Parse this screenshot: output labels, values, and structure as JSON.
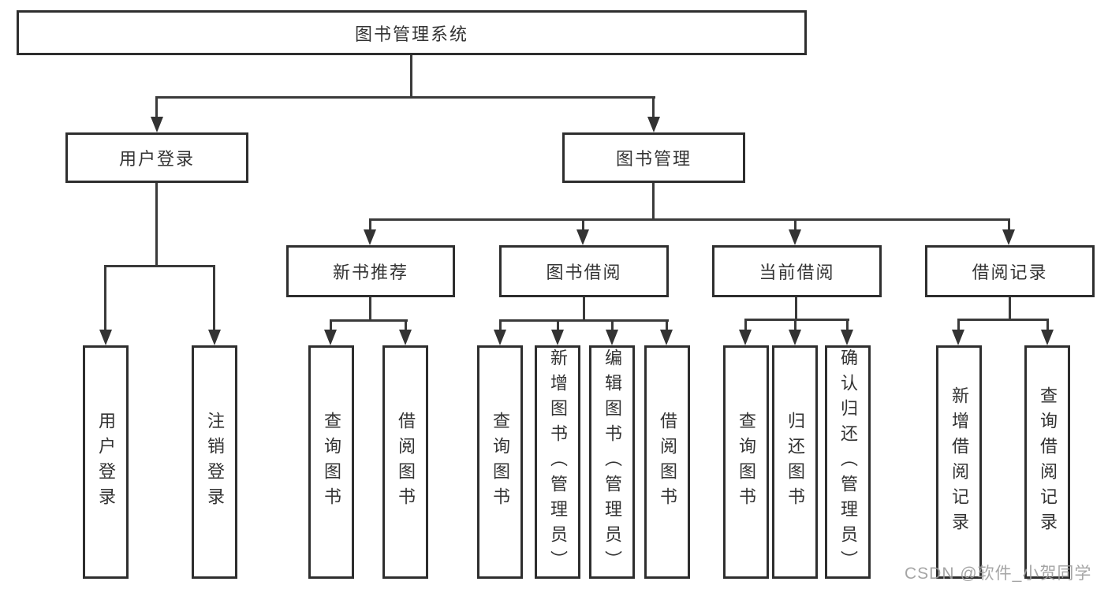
{
  "diagram": {
    "type": "hierarchy-tree",
    "root": {
      "label": "图书管理系统"
    },
    "level2": [
      {
        "label": "用户登录",
        "parent": "图书管理系统"
      },
      {
        "label": "图书管理",
        "parent": "图书管理系统"
      }
    ],
    "level3": [
      {
        "label": "新书推荐",
        "parent": "图书管理"
      },
      {
        "label": "图书借阅",
        "parent": "图书管理"
      },
      {
        "label": "当前借阅",
        "parent": "图书管理"
      },
      {
        "label": "借阅记录",
        "parent": "图书管理"
      }
    ],
    "leaves": [
      {
        "label": "用户登录",
        "parent": "用户登录"
      },
      {
        "label": "注销登录",
        "parent": "用户登录"
      },
      {
        "label": "查询图书",
        "parent": "新书推荐"
      },
      {
        "label": "借阅图书",
        "parent": "新书推荐"
      },
      {
        "label": "查询图书",
        "parent": "图书借阅"
      },
      {
        "label": "新增图书（管理员）",
        "parent": "图书借阅"
      },
      {
        "label": "编辑图书（管理员）",
        "parent": "图书借阅"
      },
      {
        "label": "借阅图书",
        "parent": "图书借阅"
      },
      {
        "label": "查询图书",
        "parent": "当前借阅"
      },
      {
        "label": "归还图书",
        "parent": "当前借阅"
      },
      {
        "label": "确认归还（管理员）",
        "parent": "当前借阅"
      },
      {
        "label": "新增借阅记录",
        "parent": "借阅记录"
      },
      {
        "label": "查询借阅记录",
        "parent": "借阅记录"
      }
    ],
    "colors": {
      "border": "#2e2e2e",
      "line": "#3a3a3a",
      "text": "#333333",
      "background": "#ffffff",
      "watermark": "#9b9b9b"
    }
  },
  "watermark": {
    "text": "CSDN @软件_小贺同学"
  }
}
